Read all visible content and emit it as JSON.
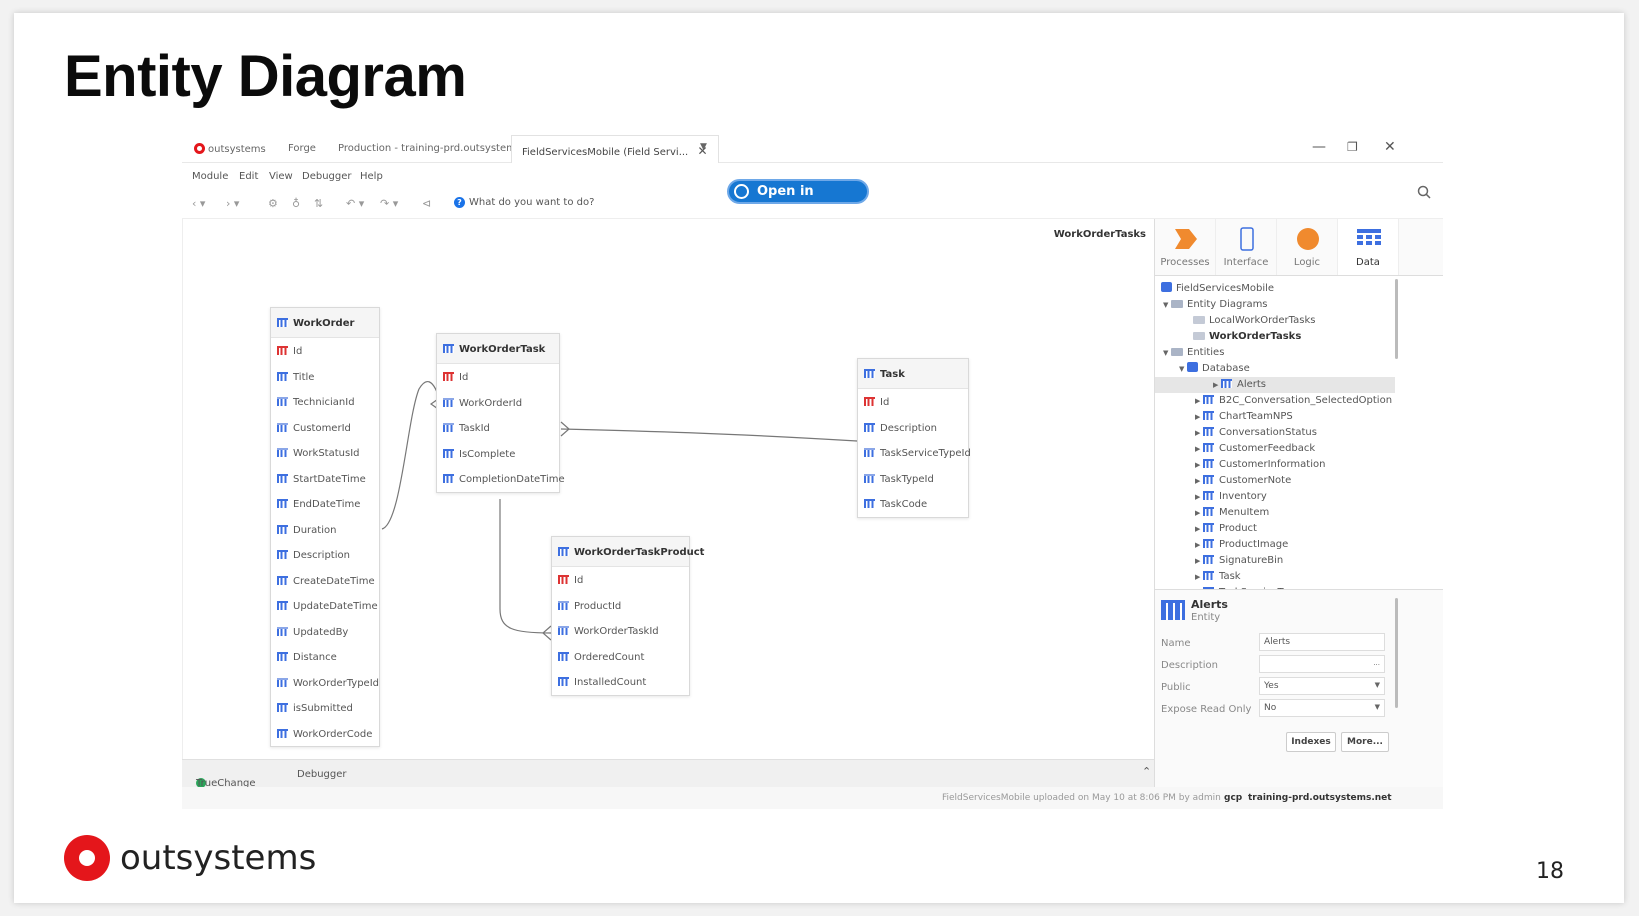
{
  "slide": {
    "title": "Entity Diagram",
    "brand": "outsystems",
    "page_number": "18"
  },
  "window": {
    "tabs": [
      {
        "label": "outsystems"
      },
      {
        "label": "Forge"
      },
      {
        "label": "Production - training-prd.outsystem..."
      },
      {
        "label": "FieldServicesMobile (Field Servi...",
        "active": true
      }
    ],
    "menu": [
      "Module",
      "Edit",
      "View",
      "Debugger",
      "Help"
    ],
    "search_prompt": "What do you want to do?",
    "open_in_browser": "Open in browser"
  },
  "canvas": {
    "diagram_name": "WorkOrderTasks",
    "entities": [
      {
        "name": "WorkOrder",
        "attributes": [
          {
            "name": "Id",
            "kind": "key"
          },
          {
            "name": "Title",
            "kind": "attr"
          },
          {
            "name": "TechnicianId",
            "kind": "fk"
          },
          {
            "name": "CustomerId",
            "kind": "fk"
          },
          {
            "name": "WorkStatusId",
            "kind": "fk"
          },
          {
            "name": "StartDateTime",
            "kind": "attr"
          },
          {
            "name": "EndDateTime",
            "kind": "attr"
          },
          {
            "name": "Duration",
            "kind": "attr"
          },
          {
            "name": "Description",
            "kind": "attr"
          },
          {
            "name": "CreateDateTime",
            "kind": "attr"
          },
          {
            "name": "UpdateDateTime",
            "kind": "attr"
          },
          {
            "name": "UpdatedBy",
            "kind": "fk"
          },
          {
            "name": "Distance",
            "kind": "attr"
          },
          {
            "name": "WorkOrderTypeId",
            "kind": "fk"
          },
          {
            "name": "isSubmitted",
            "kind": "attr"
          },
          {
            "name": "WorkOrderCode",
            "kind": "attr"
          }
        ]
      },
      {
        "name": "WorkOrderTask",
        "attributes": [
          {
            "name": "Id",
            "kind": "key"
          },
          {
            "name": "WorkOrderId",
            "kind": "fk"
          },
          {
            "name": "TaskId",
            "kind": "fk"
          },
          {
            "name": "IsComplete",
            "kind": "attr"
          },
          {
            "name": "CompletionDateTime",
            "kind": "attr"
          }
        ]
      },
      {
        "name": "Task",
        "attributes": [
          {
            "name": "Id",
            "kind": "key"
          },
          {
            "name": "Description",
            "kind": "attr"
          },
          {
            "name": "TaskServiceTypeId",
            "kind": "fk"
          },
          {
            "name": "TaskTypeId",
            "kind": "fk"
          },
          {
            "name": "TaskCode",
            "kind": "attr"
          }
        ]
      },
      {
        "name": "WorkOrderTaskProduct",
        "attributes": [
          {
            "name": "Id",
            "kind": "key"
          },
          {
            "name": "ProductId",
            "kind": "fk"
          },
          {
            "name": "WorkOrderTaskId",
            "kind": "fk"
          },
          {
            "name": "OrderedCount",
            "kind": "attr"
          },
          {
            "name": "InstalledCount",
            "kind": "attr"
          }
        ]
      }
    ]
  },
  "bottom_bar": {
    "truechange": "TrueChange",
    "debugger": "Debugger",
    "status": "FieldServicesMobile uploaded on May 10 at 8:06 PM by admin",
    "env_short": "gcp",
    "env_host": "training-prd.outsystems.net"
  },
  "panel": {
    "tabs": [
      {
        "label": "Processes",
        "color": "#f08a2e"
      },
      {
        "label": "Interface",
        "color": "#3d6fe0"
      },
      {
        "label": "Logic",
        "color": "#f08a2e"
      },
      {
        "label": "Data",
        "color": "#3d6fe0",
        "active": true
      }
    ],
    "tree": {
      "module": "FieldServicesMobile",
      "entity_diagrams": "Entity Diagrams",
      "diagrams": [
        "LocalWorkOrderTasks",
        "WorkOrderTasks"
      ],
      "entities": "Entities",
      "database": "Database",
      "items": [
        "Alerts",
        "B2C_Conversation_SelectedOption",
        "ChartTeamNPS",
        "ConversationStatus",
        "CustomerFeedback",
        "CustomerInformation",
        "CustomerNote",
        "Inventory",
        "MenuItem",
        "Product",
        "ProductImage",
        "SignatureBin",
        "Task",
        "TaskServiceType"
      ]
    },
    "properties": {
      "name": "Alerts",
      "kind": "Entity",
      "rows": [
        {
          "label": "Name",
          "value": "Alerts",
          "type": "text"
        },
        {
          "label": "Description",
          "value": "",
          "type": "ellipsis"
        },
        {
          "label": "Public",
          "value": "Yes",
          "type": "select"
        },
        {
          "label": "Expose Read Only",
          "value": "No",
          "type": "select"
        }
      ],
      "indexes": "Indexes",
      "more": "More..."
    }
  }
}
